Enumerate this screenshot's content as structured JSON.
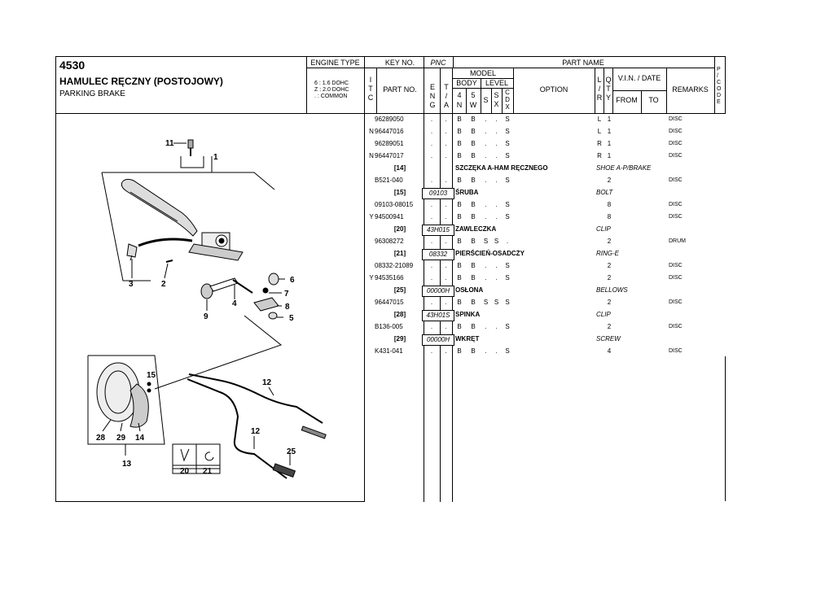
{
  "header": {
    "code": "4530",
    "title_pl": "HAMULEC RĘCZNY (POSTOJOWY)",
    "title_en": "PARKING BRAKE",
    "engine_type_label": "ENGINE TYPE",
    "engine_types": [
      "6 : 1.6 DOHC",
      "Z : 2.0 DOHC",
      ". : COMMON"
    ]
  },
  "columns": {
    "key_no": "KEY NO.",
    "pnc": "PNC",
    "part_name": "PART NAME",
    "itc": [
      "I",
      "T",
      "C"
    ],
    "part_no": "PART NO.",
    "model": "MODEL",
    "body": "BODY",
    "level": "LEVEL",
    "eng": [
      "E",
      "N",
      "G"
    ],
    "ta": [
      "T",
      "/",
      "A"
    ],
    "body_4": [
      "4",
      "N"
    ],
    "body_5": [
      "5",
      "W"
    ],
    "level_s": "S",
    "level_sx": [
      "S",
      "X"
    ],
    "level_cdx": [
      "C",
      "D",
      "X"
    ],
    "option": "OPTION",
    "lr": [
      "L",
      "/",
      "R"
    ],
    "qty": [
      "Q",
      "T",
      "Y"
    ],
    "vin_date": "V.I.N. / DATE",
    "from": "FROM",
    "to": "TO",
    "remarks": "REMARKS",
    "pcode": [
      "P",
      "/",
      "C",
      "O",
      "D",
      "E"
    ]
  },
  "rows": [
    {
      "type": "part",
      "itc": "",
      "part_no": "96289050",
      "eng": ".",
      "ta": ".",
      "b4": "B",
      "b5": "B",
      "s": ".",
      "sx": ".",
      "cdx": "S",
      "lr": "L",
      "qty": "1",
      "remarks": "DISC"
    },
    {
      "type": "part",
      "itc": "N",
      "part_no": "96447016",
      "eng": ".",
      "ta": ".",
      "b4": "B",
      "b5": "B",
      "s": ".",
      "sx": ".",
      "cdx": "S",
      "lr": "L",
      "qty": "1",
      "remarks": "DISC"
    },
    {
      "type": "part",
      "itc": "",
      "part_no": "96289051",
      "eng": ".",
      "ta": ".",
      "b4": "B",
      "b5": "B",
      "s": ".",
      "sx": ".",
      "cdx": "S",
      "lr": "R",
      "qty": "1",
      "remarks": "DISC"
    },
    {
      "type": "part",
      "itc": "N",
      "part_no": "96447017",
      "eng": ".",
      "ta": ".",
      "b4": "B",
      "b5": "B",
      "s": ".",
      "sx": ".",
      "cdx": "S",
      "lr": "R",
      "qty": "1",
      "remarks": "DISC"
    },
    {
      "type": "group",
      "key": "[14]",
      "pnc": "",
      "name_pl": "SZCZĘKA A-HAM RĘCZNEGO",
      "name_en": "SHOE A-P/BRAKE"
    },
    {
      "type": "part",
      "itc": "",
      "part_no": "B521-040",
      "eng": ".",
      "ta": ".",
      "b4": "B",
      "b5": "B",
      "s": ".",
      "sx": ".",
      "cdx": "S",
      "lr": "",
      "qty": "2",
      "remarks": "DISC"
    },
    {
      "type": "group",
      "key": "[15]",
      "pnc": "09103",
      "name_pl": "ŚRUBA",
      "name_en": "BOLT"
    },
    {
      "type": "part",
      "itc": "",
      "part_no": "09103-08015",
      "eng": ".",
      "ta": ".",
      "b4": "B",
      "b5": "B",
      "s": ".",
      "sx": ".",
      "cdx": "S",
      "lr": "",
      "qty": "8",
      "remarks": "DISC"
    },
    {
      "type": "part",
      "itc": "Y",
      "part_no": "94500941",
      "eng": ".",
      "ta": ".",
      "b4": "B",
      "b5": "B",
      "s": ".",
      "sx": ".",
      "cdx": "S",
      "lr": "",
      "qty": "8",
      "remarks": "DISC"
    },
    {
      "type": "group",
      "key": "[20]",
      "pnc": "43H015",
      "name_pl": "ZAWLECZKA",
      "name_en": "CLIP"
    },
    {
      "type": "part",
      "itc": "",
      "part_no": "96308272",
      "eng": ".",
      "ta": ".",
      "b4": "B",
      "b5": "B",
      "s": "S",
      "sx": "S",
      "cdx": ".",
      "lr": "",
      "qty": "2",
      "remarks": "DRUM"
    },
    {
      "type": "group",
      "key": "[21]",
      "pnc": "08332",
      "name_pl": "PIERŚCIEŃ-OSADCZY",
      "name_en": "RING-E"
    },
    {
      "type": "part",
      "itc": "",
      "part_no": "08332-21089",
      "eng": ".",
      "ta": ".",
      "b4": "B",
      "b5": "B",
      "s": ".",
      "sx": ".",
      "cdx": "S",
      "lr": "",
      "qty": "2",
      "remarks": "DISC"
    },
    {
      "type": "part",
      "itc": "Y",
      "part_no": "94535166",
      "eng": ".",
      "ta": ".",
      "b4": "B",
      "b5": "B",
      "s": ".",
      "sx": ".",
      "cdx": "S",
      "lr": "",
      "qty": "2",
      "remarks": "DISC"
    },
    {
      "type": "group",
      "key": "[25]",
      "pnc": "00000H",
      "name_pl": "OSŁONA",
      "name_en": "BELLOWS"
    },
    {
      "type": "part",
      "itc": "",
      "part_no": "96447015",
      "eng": ".",
      "ta": ".",
      "b4": "B",
      "b5": "B",
      "s": "S",
      "sx": "S",
      "cdx": "S",
      "lr": "",
      "qty": "2",
      "remarks": "DISC"
    },
    {
      "type": "group",
      "key": "[28]",
      "pnc": "43H01S",
      "name_pl": "SPINKA",
      "name_en": "CLIP"
    },
    {
      "type": "part",
      "itc": "",
      "part_no": "B136-005",
      "eng": ".",
      "ta": ".",
      "b4": "B",
      "b5": "B",
      "s": ".",
      "sx": ".",
      "cdx": "S",
      "lr": "",
      "qty": "2",
      "remarks": "DISC"
    },
    {
      "type": "group",
      "key": "[29]",
      "pnc": "00000H",
      "name_pl": "WKRĘT",
      "name_en": "SCREW"
    },
    {
      "type": "part",
      "itc": "",
      "part_no": "K431-041",
      "eng": ".",
      "ta": ".",
      "b4": "B",
      "b5": "B",
      "s": ".",
      "sx": ".",
      "cdx": "S",
      "lr": "",
      "qty": "4",
      "remarks": "DISC"
    }
  ],
  "diagram": {
    "callouts": [
      "11",
      "1",
      "3",
      "2",
      "6",
      "7",
      "8",
      "5",
      "4",
      "9",
      "15",
      "12",
      "12",
      "28",
      "29",
      "14",
      "13",
      "25",
      "20",
      "21"
    ]
  }
}
